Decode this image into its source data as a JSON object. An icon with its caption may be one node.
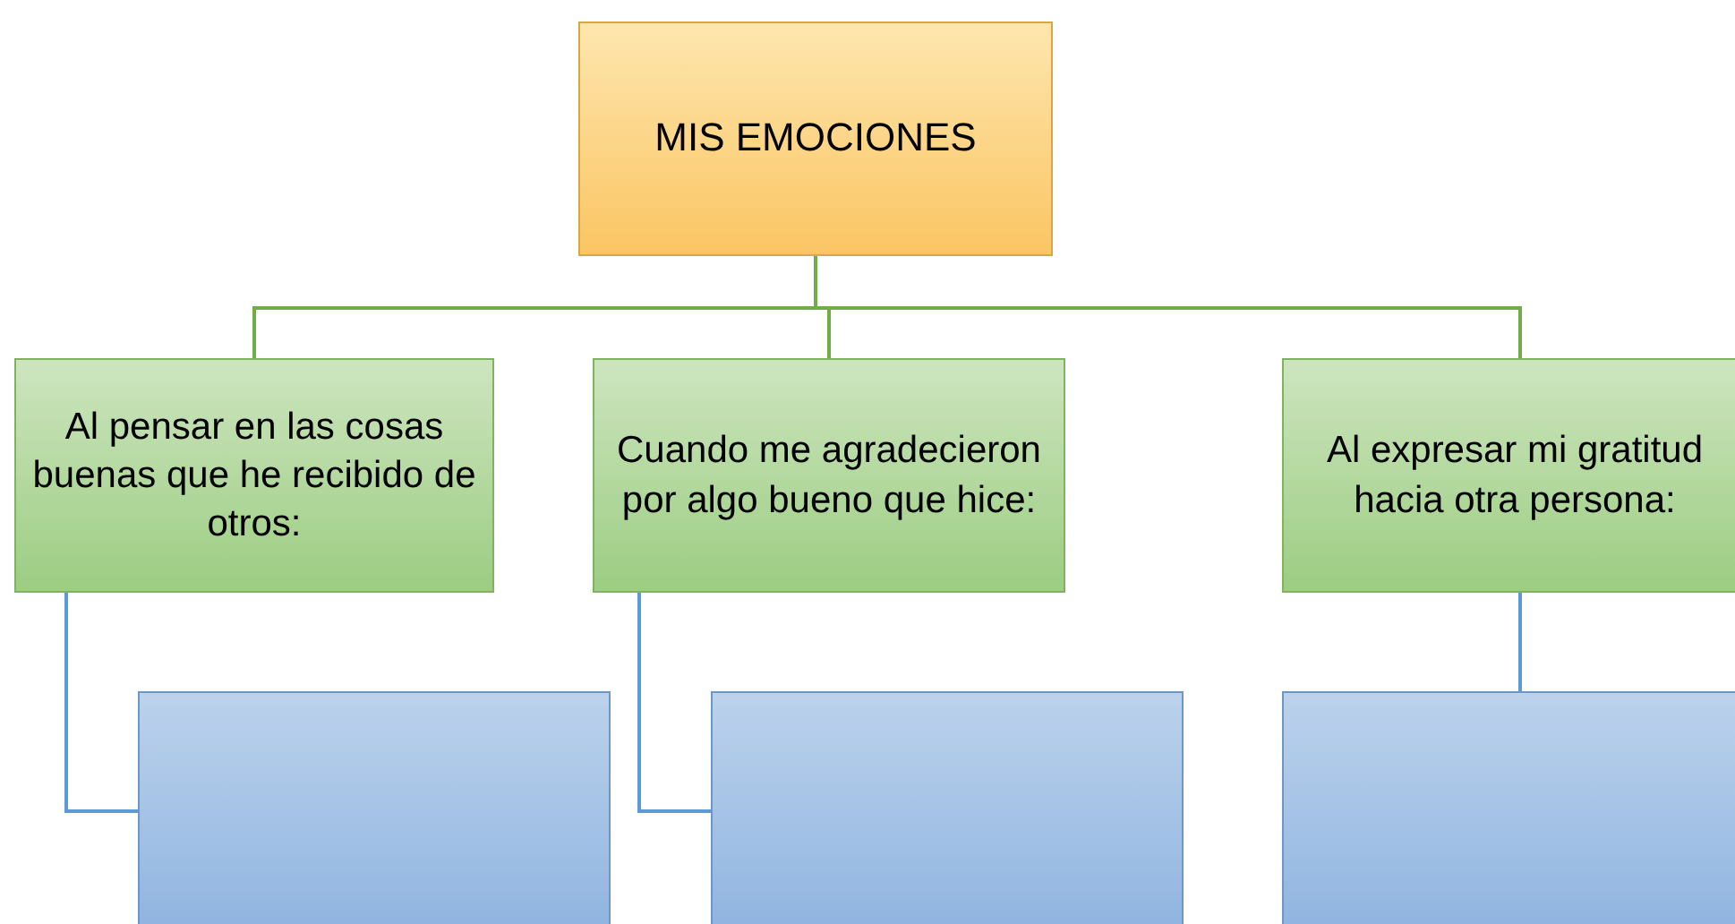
{
  "diagram": {
    "nodes": [
      {
        "text": [
          "MIS EMOCIONES"
        ]
      },
      {
        "text": [
          "Al pensar en las cosas buenas que he recibido de otros:"
        ]
      },
      {
        "text": [
          "Cuando me agradecieron por algo bueno que hice:"
        ]
      },
      {
        "text": [
          "Al expresar mi gratitud hacia otra persona:"
        ]
      },
      {
        "text": [],
        "shape": "box"
      },
      {
        "text": [],
        "shape": "box"
      },
      {
        "text": [],
        "shape": "box"
      }
    ],
    "edges": [
      {
        "from": 0,
        "to": 1,
        "arrow": "none"
      },
      {
        "from": 0,
        "to": 2,
        "arrow": "none"
      },
      {
        "from": 0,
        "to": 3,
        "arrow": "none"
      },
      {
        "from": 1,
        "to": 4,
        "arrow": "none",
        "color": "#5b9bd5"
      },
      {
        "from": 2,
        "to": 5,
        "arrow": "none",
        "color": "#5b9bd5"
      },
      {
        "from": 3,
        "to": 6,
        "arrow": "none",
        "color": "#5b9bd5"
      }
    ]
  }
}
